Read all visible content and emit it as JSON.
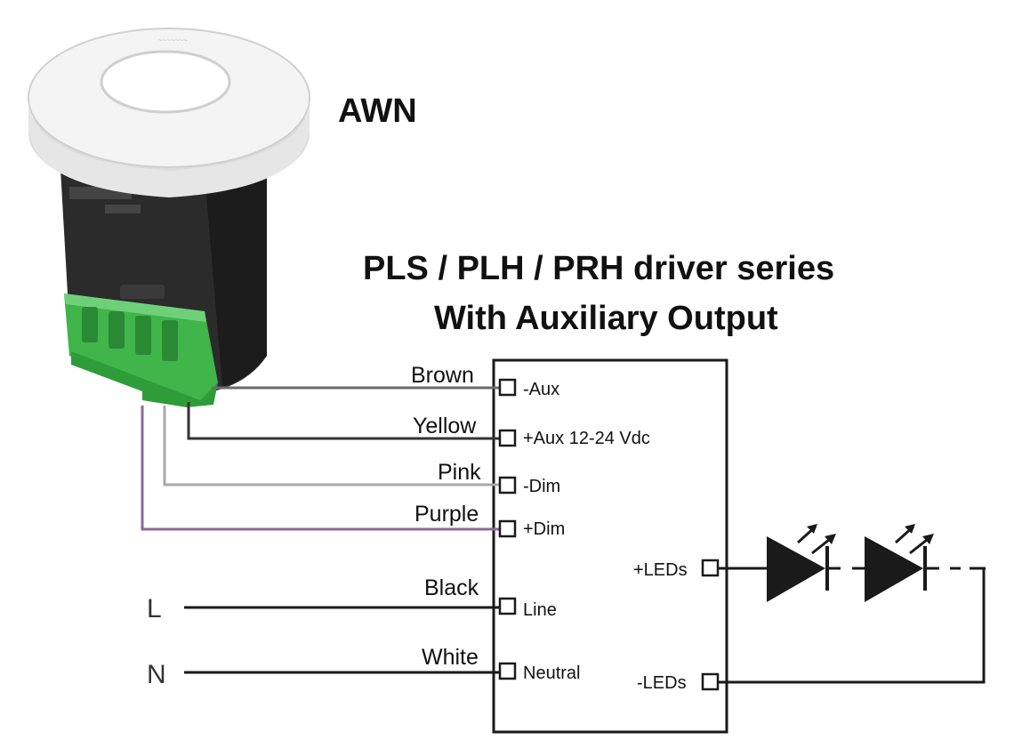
{
  "product": {
    "name": "AWN"
  },
  "title": {
    "line1": "PLS / PLH / PRH driver series",
    "line2": "With Auxiliary Output"
  },
  "wires": [
    {
      "label": "Brown",
      "terminal": "-Aux",
      "color": "#6b6b6b"
    },
    {
      "label": "Yellow",
      "terminal": "+Aux 12-24 Vdc",
      "color": "#333333"
    },
    {
      "label": "Pink",
      "terminal": "-Dim",
      "color": "#a9a9a9"
    },
    {
      "label": "Purple",
      "terminal": "+Dim",
      "color": "#8a6a9a"
    },
    {
      "label": "Black",
      "terminal": "Line",
      "color": "#1a1a1a"
    },
    {
      "label": "White",
      "terminal": "Neutral",
      "color": "#1a1a1a"
    }
  ],
  "mains": {
    "line": "L",
    "neutral": "N"
  },
  "led_terminals": {
    "plus": "+LEDs",
    "minus": "-LEDs"
  },
  "colors": {
    "terminal_green": "#3fb54a",
    "terminal_green_dark": "#2a8a34",
    "sensor_body": "#2b2b2b",
    "sensor_cap": "#f2f2f2",
    "line": "#1a1a1a"
  }
}
